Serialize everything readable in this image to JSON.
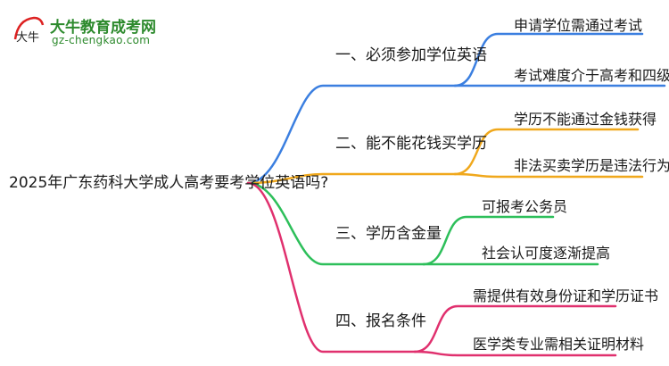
{
  "logo": {
    "title": "大牛教育成考网",
    "url": "gz-chengkao.com",
    "mark_text": "大牛",
    "brand_color": "#2d8a2d"
  },
  "root": {
    "text": "2025年广东药科大学成人高考要考学位英语吗?"
  },
  "branches": [
    {
      "label": "一、必须参加学位英语",
      "color": "#3b7fe0",
      "children": [
        "申请学位需通过考试",
        "考试难度介于高考和四级之间"
      ]
    },
    {
      "label": "二、能不能花钱买学历",
      "color": "#f0a81c",
      "children": [
        "学历不能通过金钱获得",
        "非法买卖学历是违法行为"
      ]
    },
    {
      "label": "三、学历含金量",
      "color": "#2dbf5a",
      "children": [
        "可报考公务员",
        "社会认可度逐渐提高"
      ]
    },
    {
      "label": "四、报名条件",
      "color": "#e0306e",
      "children": [
        "需提供有效身份证和学历证书",
        "医学类专业需相关证明材料"
      ]
    }
  ]
}
